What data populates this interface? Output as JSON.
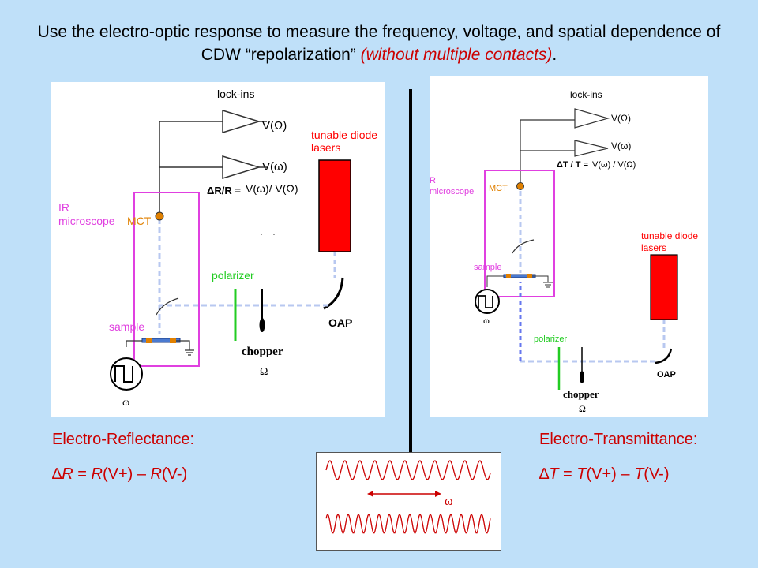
{
  "title": {
    "main": "Use the electro-optic response to measure the frequency, voltage, and spatial dependence of CDW “repolarization”",
    "highlight": "(without multiple contacts)",
    "end": "."
  },
  "reflectance_diagram": {
    "lock_ins": "lock-ins",
    "v_capital_omega": "V(Ω)",
    "v_omega": "V(ω)",
    "ratio_label": "ΔR/R =",
    "ratio_value": "V(ω)/ V(Ω)",
    "laser": [
      "tunable diode",
      "lasers"
    ],
    "ir_microscope": [
      "IR",
      "microscope"
    ],
    "mct": "MCT",
    "polarizer": "polarizer",
    "oap": "OAP",
    "chopper": "chopper",
    "chopper_freq": "Ω",
    "sample": "sample",
    "omega": "ω"
  },
  "transmittance_diagram": {
    "lock_ins": "lock-ins",
    "v_capital_omega": "V(Ω)",
    "v_omega": "V(ω)",
    "ratio_label": "ΔT / T =",
    "ratio_value": "V(ω) / V(Ω)",
    "ir_microscope": [
      "R",
      "microscope"
    ],
    "mct": "MCT",
    "laser": [
      "tunable diode",
      "lasers"
    ],
    "sample": "sample",
    "omega": "ω",
    "polarizer": "polarizer",
    "oap": "OAP",
    "chopper": "chopper",
    "chopper_freq": "Ω"
  },
  "left_caption": {
    "heading": "Electro-Reflectance:",
    "delta": "∆",
    "var": "R",
    "eq": " = ",
    "t1": "R",
    "t1_arg": "(V+) – ",
    "t2": "R",
    "t2_arg": "(V-)"
  },
  "right_caption": {
    "heading": "Electro-Transmittance:",
    "delta": "∆",
    "var": "T",
    "eq": " = ",
    "t1": "T",
    "t1_arg": "(V+) – ",
    "t2": "T",
    "t2_arg": "(V-)"
  },
  "wave_box": {
    "omega": "ω"
  },
  "colors": {
    "background": "#bfe0f9",
    "accent_red": "#cc0000",
    "magenta": "#e040e0",
    "laser_red": "#ff0000",
    "beam": "#b8c8f0",
    "beam_blue": "#6677ee",
    "green": "#22cc22",
    "orange": "#e08000"
  }
}
